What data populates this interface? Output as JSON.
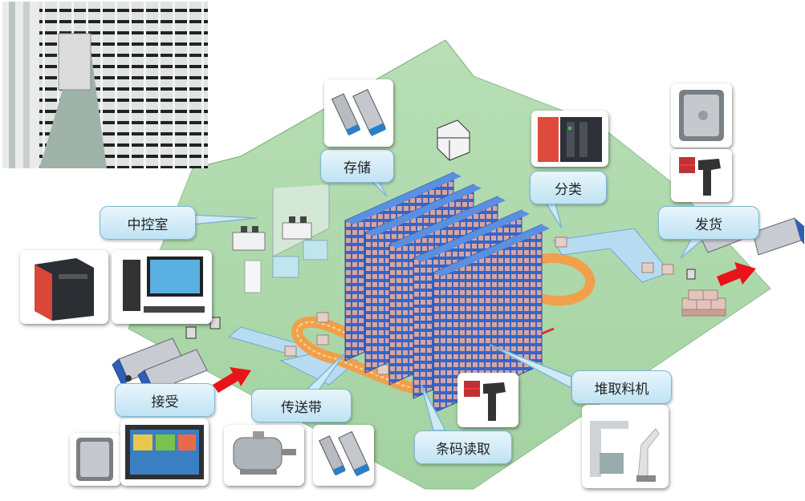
{
  "labels": {
    "storage": "存储",
    "sorting": "分类",
    "control_room": "中控室",
    "shipping": "发货",
    "receiving": "接受",
    "conveyor": "传送带",
    "barcode_reading": "条码读取",
    "stacker_crane": "堆取料机"
  },
  "icons": [
    "warehouse-photo",
    "proximity-sensor-icon",
    "plc-icon",
    "card-reader-icon",
    "barcode-scanner-icon",
    "server-icon",
    "desktop-computer-icon",
    "touch-panel-icon",
    "motor-icon",
    "robot-arm-icon",
    "truck-icon",
    "arrow-icon"
  ],
  "colors": {
    "floor": "#a9d6a7",
    "rack": "#3a6fd0",
    "conveyor": "#f0a04a",
    "belt": "#a9d3ef",
    "callout": "#cfeaf7",
    "arrow": "#e8141a"
  }
}
